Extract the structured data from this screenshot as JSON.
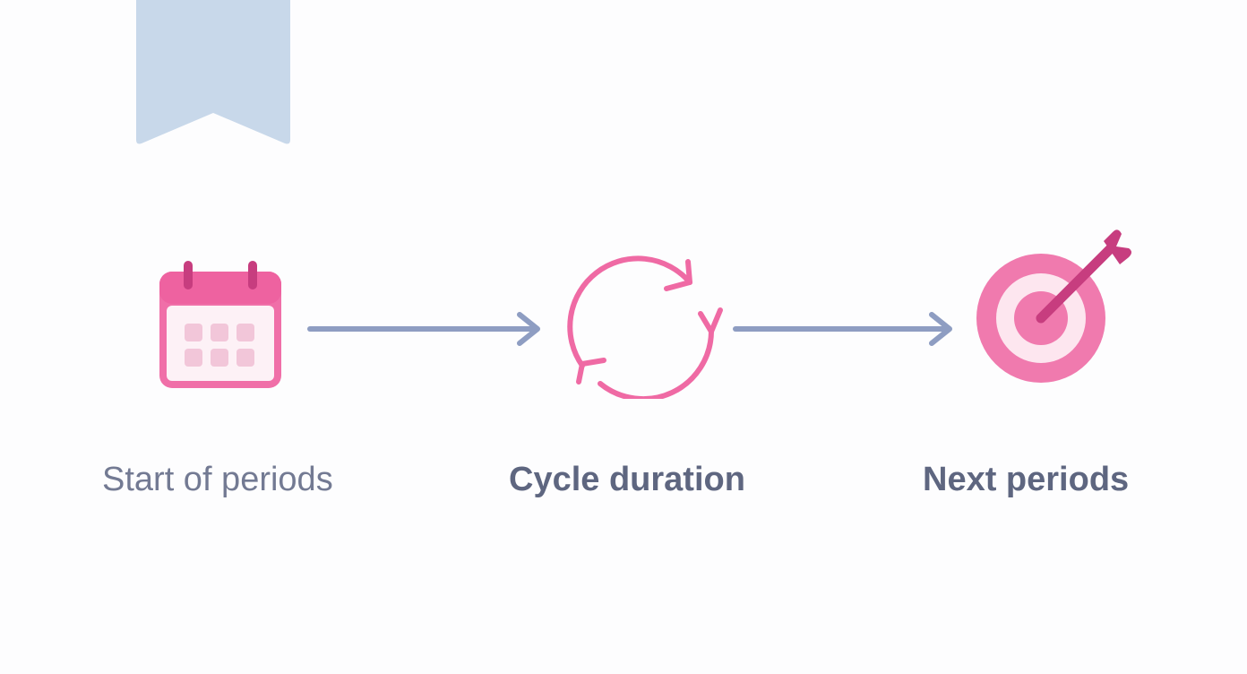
{
  "steps": [
    {
      "label": "Start of periods",
      "icon": "calendar-icon"
    },
    {
      "label": "Cycle duration",
      "icon": "cycle-icon"
    },
    {
      "label": "Next periods",
      "icon": "target-icon"
    }
  ],
  "colors": {
    "accent_pink": "#ef6aa4",
    "accent_dark_pink": "#d2478a",
    "arrow": "#8e9dc2",
    "bookmark": "#c8d8ea",
    "label_text": "#5e6680"
  }
}
